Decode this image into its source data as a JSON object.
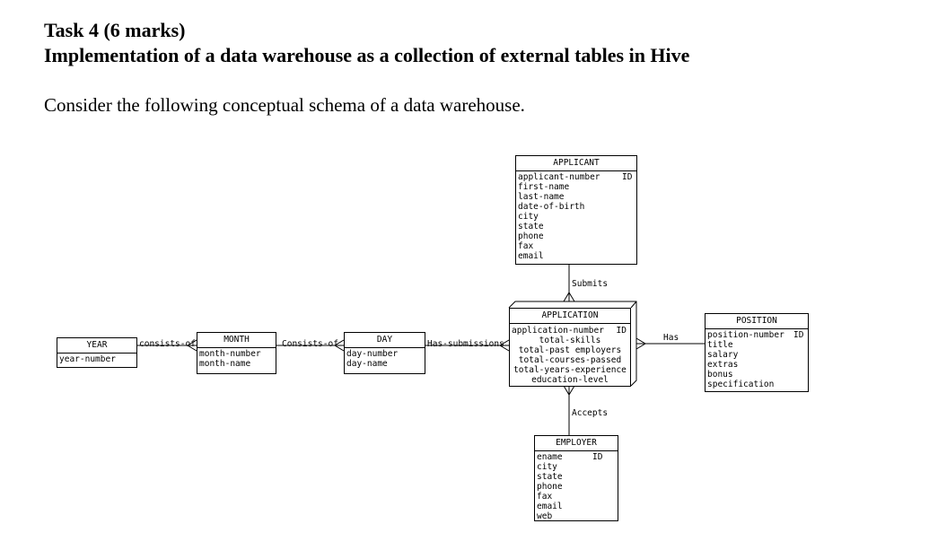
{
  "heading": {
    "task_line": "Task 4 (6 marks)",
    "subtitle_line": "Implementation of a data warehouse as a collection of external tables in Hive"
  },
  "intro_text": "Consider the following conceptual schema of a data warehouse.",
  "diagram": {
    "entities": {
      "applicant": {
        "name": "APPLICANT",
        "id_label": "ID",
        "attributes": [
          "applicant-number",
          "first-name",
          "last-name",
          "date-of-birth",
          "city",
          "state",
          "phone",
          "fax",
          "email"
        ]
      },
      "application": {
        "name": "APPLICATION",
        "id_label": "ID",
        "attributes": [
          "application-number",
          "total-skills",
          "total-past employers",
          "total-courses-passed",
          "total-years-experience",
          "education-level"
        ]
      },
      "position": {
        "name": "POSITION",
        "id_label": "ID",
        "attributes": [
          "position-number",
          "title",
          "salary",
          "extras",
          "bonus",
          "specification"
        ]
      },
      "employer": {
        "name": "EMPLOYER",
        "id_label": "ID",
        "attributes": [
          "ename",
          "city",
          "state",
          "phone",
          "fax",
          "email",
          "web"
        ]
      },
      "year": {
        "name": "YEAR",
        "attributes": [
          "year-number"
        ]
      },
      "month": {
        "name": "MONTH",
        "attributes": [
          "month-number",
          "month-name"
        ]
      },
      "day": {
        "name": "DAY",
        "attributes": [
          "day-number",
          "day-name"
        ]
      }
    },
    "relationships": {
      "submits": "Submits",
      "accepts": "Accepts",
      "has": "Has",
      "has_submissions": "Has-submissions",
      "consists_of_day": "Consists-of",
      "consists_of_month": "consists-of"
    }
  }
}
